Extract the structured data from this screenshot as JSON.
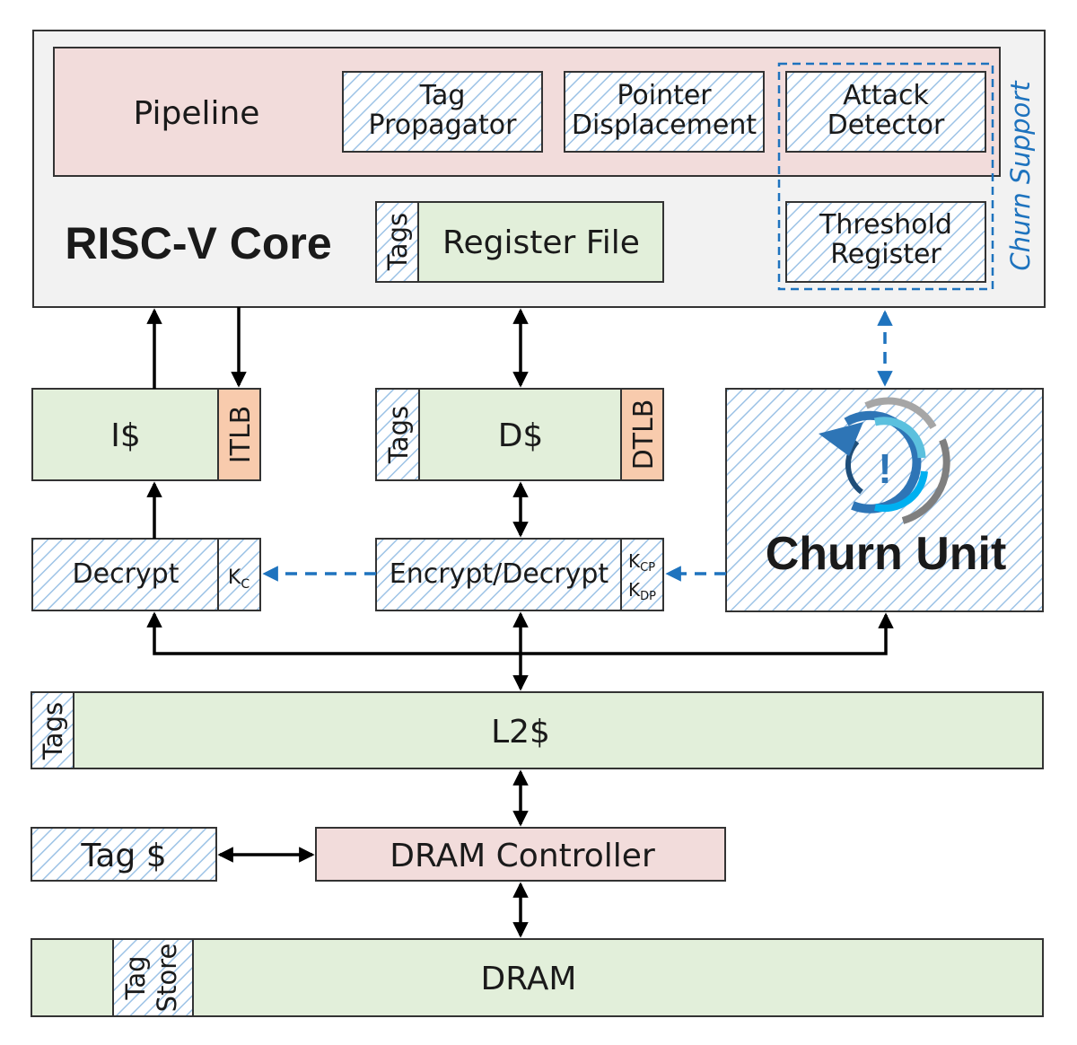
{
  "colors": {
    "core_bg": "#f2f2f2",
    "pipeline_bg": "#f2dcdb",
    "green": "#e2efda",
    "orange": "#f8cbad",
    "hatch_bg": "#ffffff",
    "hatch_line": "#9dc3e6",
    "blue": "#1e73be"
  },
  "core": {
    "title": "RISC-V Core",
    "pipeline_label": "Pipeline",
    "tag_propagator": [
      "Tag",
      "Propagator"
    ],
    "pointer_displacement": [
      "Pointer",
      "Displacement"
    ],
    "attack_detector": [
      "Attack",
      "Detector"
    ],
    "threshold_register": [
      "Threshold",
      "Register"
    ],
    "register_file": "Register File",
    "register_tags": "Tags",
    "churn_support": "Churn Support"
  },
  "icache": {
    "label": "I$",
    "tlb": "ITLB"
  },
  "dcache": {
    "label": "D$",
    "tlb": "DTLB",
    "tags": "Tags"
  },
  "churn_unit": {
    "label": "Churn Unit",
    "icon": "churn-refresh-alert-icon",
    "icon_glyph": "!"
  },
  "decrypt": {
    "label": "Decrypt",
    "key": "K",
    "key_sub": "C"
  },
  "encrypt_decrypt": {
    "label": "Encrypt/Decrypt",
    "key1": "K",
    "key1_sub": "CP",
    "key2": "K",
    "key2_sub": "DP"
  },
  "l2": {
    "label": "L2$",
    "tags": "Tags"
  },
  "tag_cache": {
    "label": "Tag $"
  },
  "dram_controller": {
    "label": "DRAM Controller"
  },
  "dram": {
    "label": "DRAM",
    "tag_store": [
      "Tag",
      "Store"
    ]
  }
}
